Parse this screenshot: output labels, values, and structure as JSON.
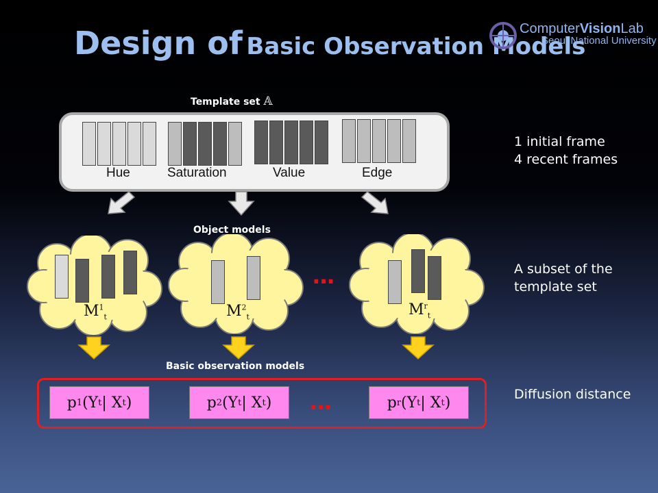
{
  "title": {
    "part1": "Design of",
    "part2": "Basic Observation Models"
  },
  "logo": {
    "lab_prefix": "Computer",
    "lab_bold": "Vision",
    "lab_suffix": "Lab",
    "university": "Seoul National University"
  },
  "template_set": {
    "label": "Template set",
    "channels": [
      "Hue",
      "Saturation",
      "Value",
      "Edge"
    ]
  },
  "object_models": {
    "label": "Object models",
    "models": [
      {
        "base": "M",
        "sup": "1",
        "sub": "t"
      },
      {
        "base": "M",
        "sup": "2",
        "sub": "t"
      },
      {
        "base": "M",
        "sup": "r",
        "sub": "t"
      }
    ],
    "ellipsis": "…"
  },
  "basic_observation_models": {
    "label": "Basic observation models",
    "formulas": [
      {
        "p": "p",
        "idx": "1",
        "rest": "(Y",
        "t1": "t",
        "bar": " | X",
        "t2": "t",
        "close": ")"
      },
      {
        "p": "p",
        "idx": "2",
        "rest": "(Y",
        "t1": "t",
        "bar": " | X",
        "t2": "t",
        "close": ")"
      },
      {
        "p": "p",
        "idx": "r",
        "rest": "(Y",
        "t1": "t",
        "bar": " | X",
        "t2": "t",
        "close": ")"
      }
    ],
    "ellipsis": "…"
  },
  "side_notes": {
    "frames_line1": "1 initial frame",
    "frames_line2": "4 recent frames",
    "subset_line1": "A subset of the",
    "subset_line2": "template set",
    "diffusion": "Diffusion distance"
  },
  "colors": {
    "title": "#9cbff0",
    "cloud_fill": "#fff59e",
    "arrow_fill": "#ffd21e",
    "formula_fill": "#ff88ee",
    "frame_border": "#e02020"
  }
}
